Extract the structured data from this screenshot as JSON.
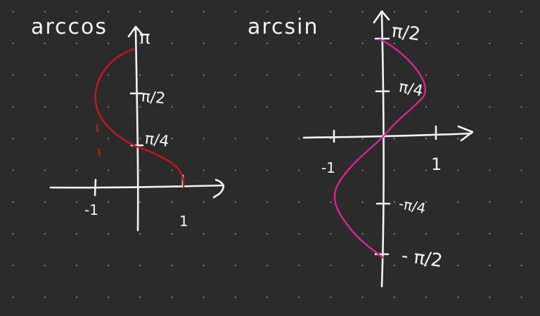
{
  "arccos": {
    "title": "arccos",
    "tick_pi": "π",
    "tick_half": "π/2",
    "tick_quarter": "π/4",
    "tick_neg1": "-1",
    "tick_pos1": "1",
    "curve_color": "#d0121b"
  },
  "arcsin": {
    "title": "arcsin",
    "tick_half": "π/2",
    "tick_quarter": "π/4",
    "tick_neg_quarter": "-π/4",
    "tick_neg_half": "- π/2",
    "tick_neg1": "-1",
    "tick_pos1": "1",
    "curve_color": "#e0209a"
  }
}
